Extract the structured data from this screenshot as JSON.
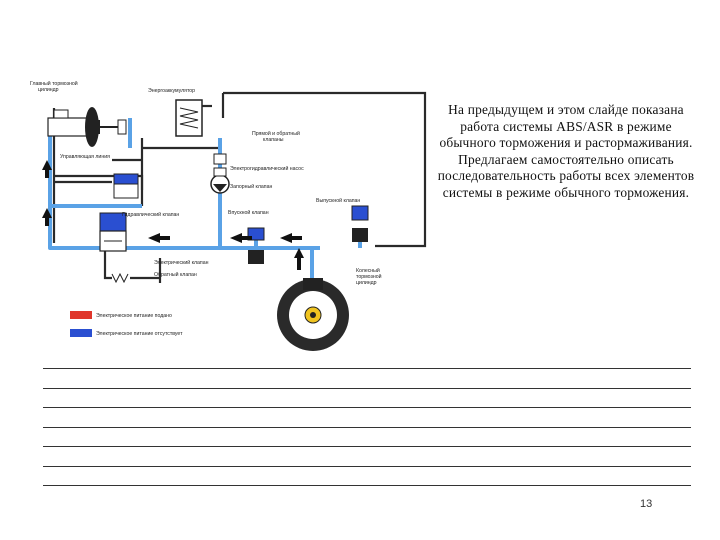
{
  "diagram": {
    "labels": {
      "master_cylinder": [
        "Главный тормозной",
        "цилиндр"
      ],
      "accumulator": "Энергоаккумулятор",
      "check_valves": [
        "Прямой и обратный",
        "клапаны"
      ],
      "control_line": "Управляющая линия",
      "pump": "Электрогидравлический насос",
      "shutoff_valve": "Запорный клапан",
      "outlet_valve": "Выпускной клапан",
      "inlet_valve": "Впускной клапан",
      "hydraulic_valve": "Гидравлический клапан",
      "electric_valve": "Электрический клапан",
      "return_valve": "Обратный клапан",
      "wheel_cylinder": [
        "Колесный",
        "тормозной",
        "цилиндр"
      ]
    },
    "legend": [
      {
        "label": "Электрическое питание подано",
        "color": "#e0362b"
      },
      {
        "label": "Электрическое питание отсутствует",
        "color": "#2a4fd1"
      }
    ],
    "colors": {
      "hydraulic": "#5aa2e6",
      "frame": "#2a2a2a",
      "arrow": "#111111",
      "valve_blue": "#2a4fd1"
    }
  },
  "description": "На предыдущем и этом слайде показана работа системы ABS/ASR в режиме обычного торможения и растормаживания. Предлагаем самостоятельно описать последовательность работы всех элементов системы в режиме обычного торможения.",
  "answer_lines_count": 7,
  "page_number": "13"
}
